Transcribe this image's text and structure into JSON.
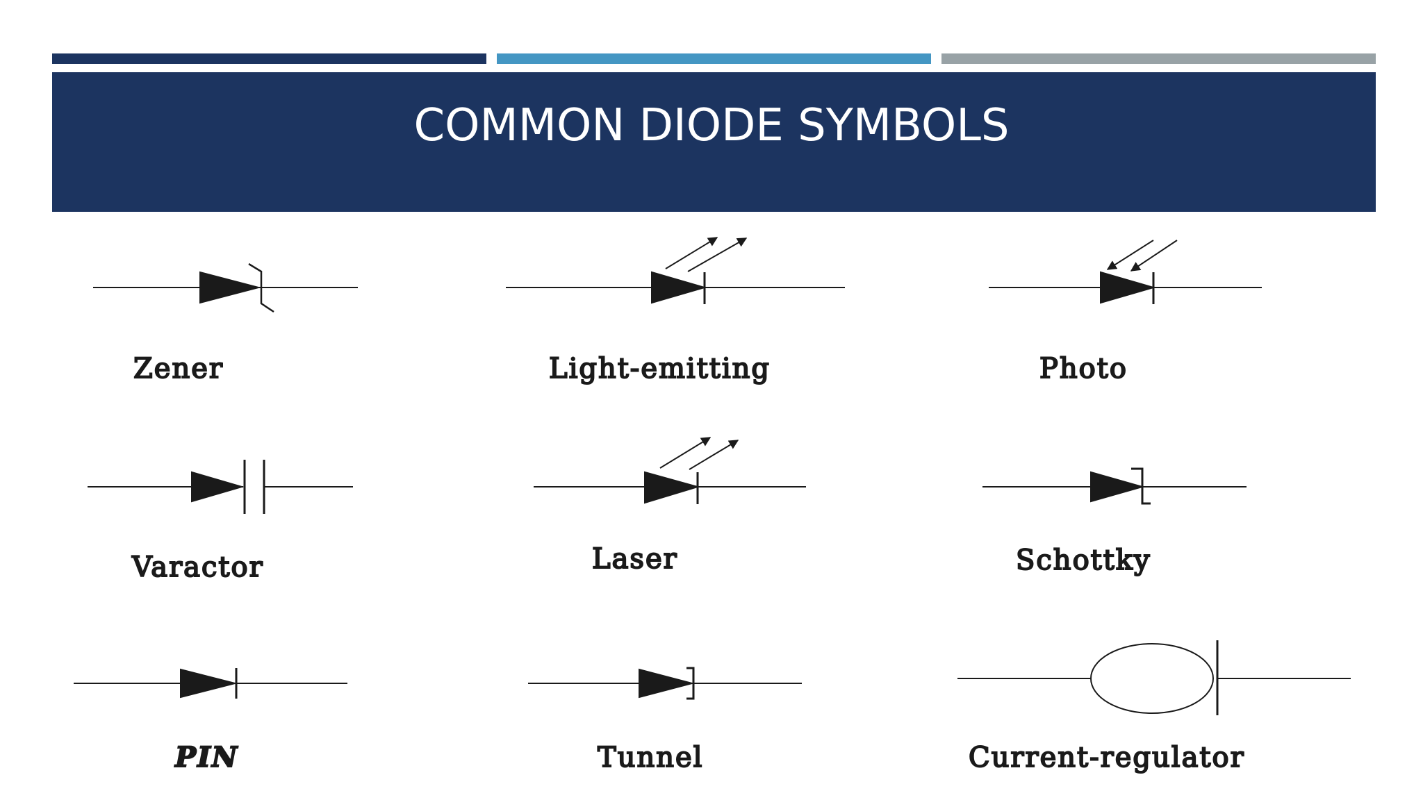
{
  "slide": {
    "title": "COMMON DIODE SYMBOLS",
    "colors": {
      "title_band": "#1c3460",
      "bar_dark": "#1c3460",
      "bar_blue": "#4496c3",
      "bar_gray": "#98a2a6",
      "title_text": "#ffffff",
      "symbol_stroke": "#1a1a1a"
    }
  },
  "symbols": [
    {
      "type": "zener",
      "label": "Zener"
    },
    {
      "type": "light-emitting",
      "label": "Light-emitting"
    },
    {
      "type": "photo",
      "label": "Photo"
    },
    {
      "type": "varactor",
      "label": "Varactor"
    },
    {
      "type": "laser",
      "label": "Laser"
    },
    {
      "type": "schottky",
      "label": "Schottky"
    },
    {
      "type": "pin",
      "label": "PIN"
    },
    {
      "type": "tunnel",
      "label": "Tunnel"
    },
    {
      "type": "current-regulator",
      "label": "Current-regulator"
    }
  ]
}
